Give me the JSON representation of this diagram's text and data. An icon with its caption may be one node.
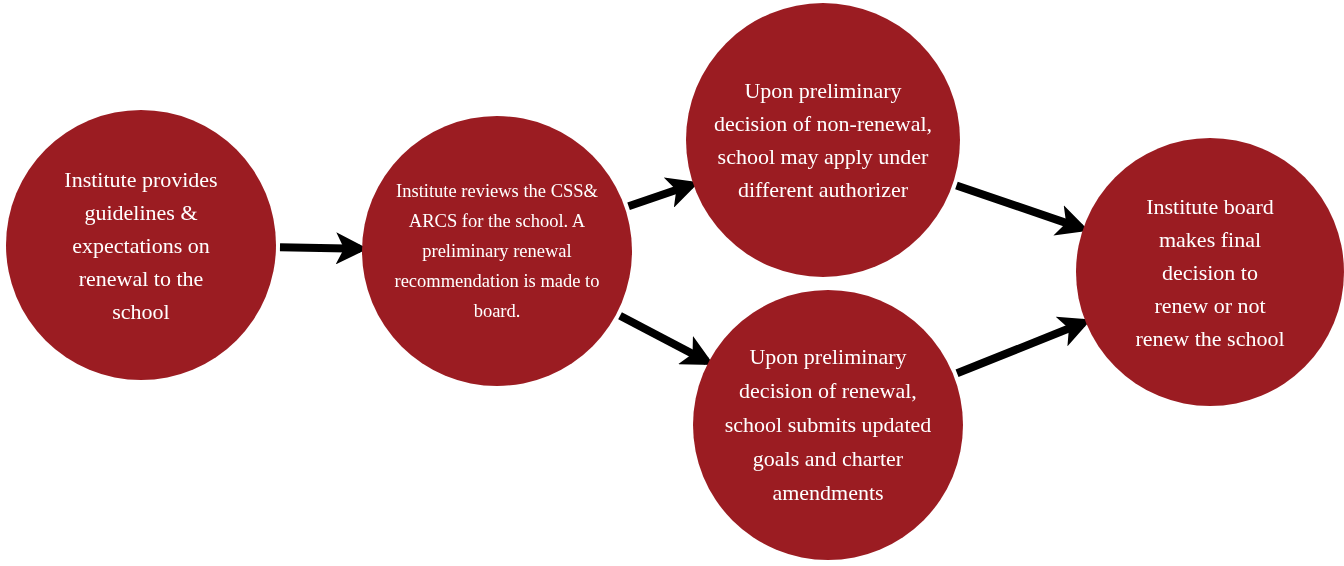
{
  "diagram": {
    "nodes": [
      {
        "text": [
          "Institute provides guidelines & expectations on renewal to the school"
        ]
      },
      {
        "text": [
          "Institute reviews the CSS& ARCS  for the school. A preliminary renewal recommendation is made to board."
        ]
      },
      {
        "text": [
          "Upon preliminary decision of non-renewal, school may apply under different authorizer"
        ]
      },
      {
        "text": [
          "Upon preliminary decision of renewal, school submits updated goals and charter amendments"
        ]
      },
      {
        "text": [
          "Institute board makes final decision to renew or not renew the school"
        ]
      }
    ],
    "edges": [
      {
        "from": 0,
        "to": 1,
        "arrow": "to"
      },
      {
        "from": 1,
        "to": 2,
        "arrow": "to"
      },
      {
        "from": 1,
        "to": 3,
        "arrow": "to"
      },
      {
        "from": 2,
        "to": 4,
        "arrow": "to"
      },
      {
        "from": 3,
        "to": 4,
        "arrow": "to"
      }
    ]
  }
}
